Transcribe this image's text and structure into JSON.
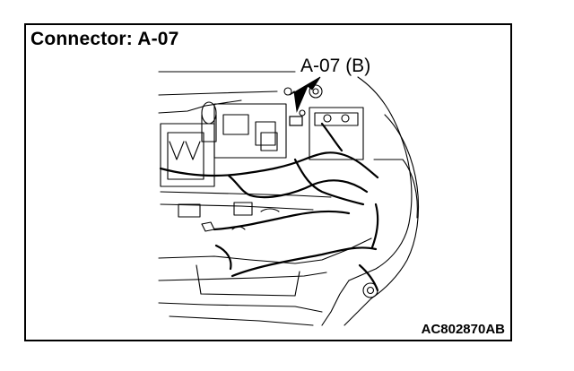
{
  "diagram": {
    "title": "Connector: A-07",
    "callout_label": "A-07 (B)",
    "figure_code": "AC802870AB"
  }
}
